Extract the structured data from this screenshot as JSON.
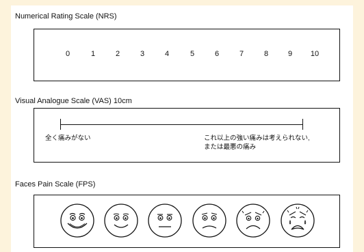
{
  "nrs": {
    "title": "Numerical Rating Scale (NRS)",
    "numbers": [
      "0",
      "1",
      "2",
      "3",
      "4",
      "5",
      "6",
      "7",
      "8",
      "9",
      "10"
    ]
  },
  "vas": {
    "title": "Visual Analogue Scale (VAS) 10cm",
    "left_label": "全く痛みがない",
    "right_label_line1": "これ以上の強い痛みは考えられない,",
    "right_label_line2": "または最悪の痛み"
  },
  "fps": {
    "title": "Faces Pain Scale (FPS)",
    "faces": [
      "smiling-face-icon",
      "slightly-smiling-face-icon",
      "neutral-face-icon",
      "slightly-sad-face-icon",
      "sad-face-icon",
      "crying-face-icon"
    ]
  },
  "colors": {
    "background": "#fdf3dc",
    "panel": "#ffffff",
    "ink": "#111111"
  }
}
